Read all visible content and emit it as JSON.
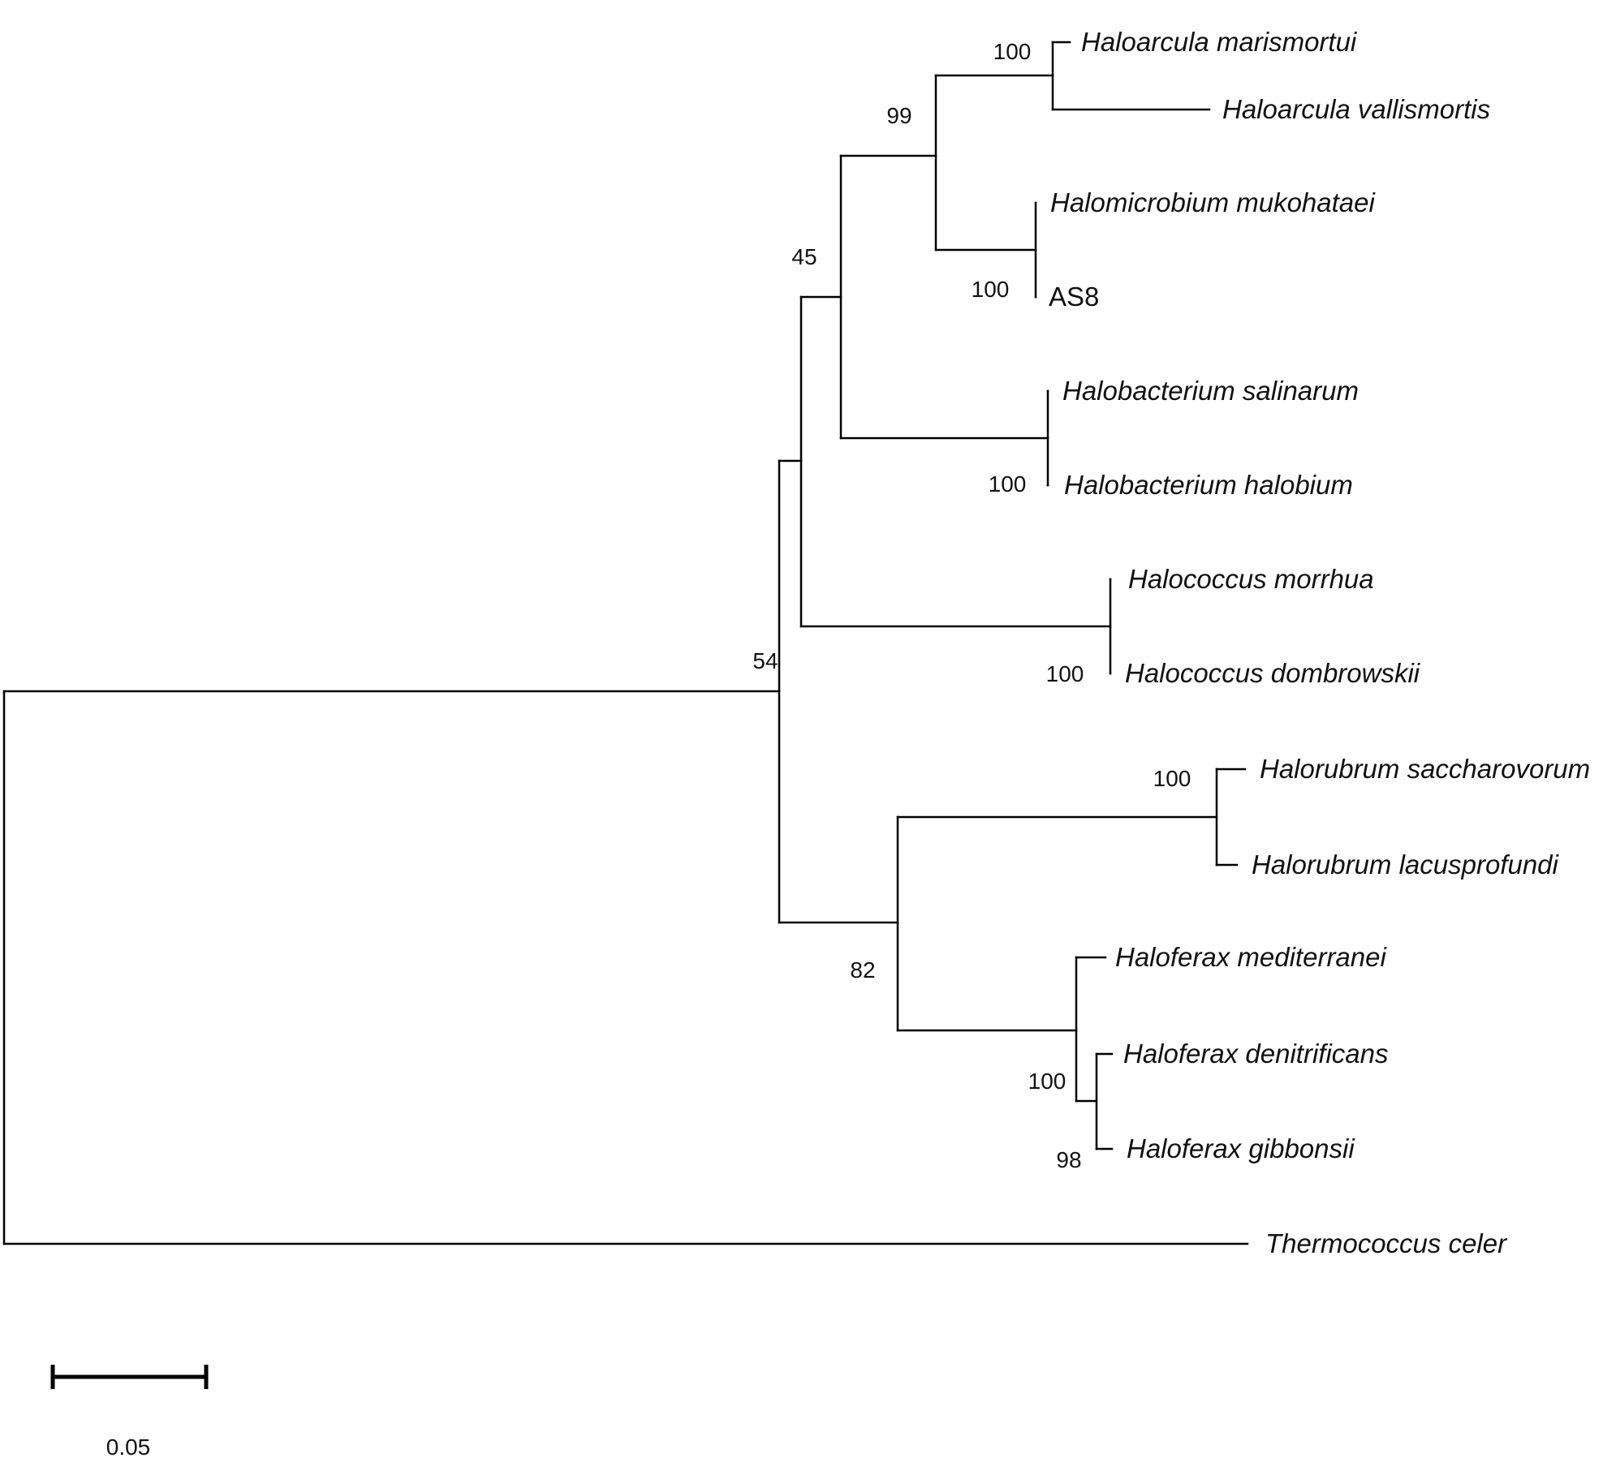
{
  "tree": {
    "nodes": [
      {
        "id": "root",
        "parent": null,
        "bootstrap": ""
      },
      {
        "id": "ingroup",
        "parent": "root",
        "bootstrap": "54"
      },
      {
        "id": "n_hb_clade",
        "parent": "ingroup",
        "bootstrap": ""
      },
      {
        "id": "n_45",
        "parent": "n_hb_clade",
        "bootstrap": "45"
      },
      {
        "id": "n_99",
        "parent": "n_45",
        "bootstrap": "99"
      },
      {
        "id": "n_arcula",
        "parent": "n_99",
        "bootstrap": "100"
      },
      {
        "id": "t_marismortui",
        "parent": "n_arcula",
        "label": "Haloarcula marismortui",
        "italic": true
      },
      {
        "id": "t_vallismortis",
        "parent": "n_arcula",
        "label": "Haloarcula vallismortis",
        "italic": true
      },
      {
        "id": "n_microbium",
        "parent": "n_99",
        "bootstrap": "100"
      },
      {
        "id": "t_mukohataei",
        "parent": "n_microbium",
        "label": "Halomicrobium mukohataei",
        "italic": true
      },
      {
        "id": "t_as8",
        "parent": "n_microbium",
        "label": "AS8",
        "italic": false
      },
      {
        "id": "n_bacterium",
        "parent": "n_45",
        "bootstrap": "100"
      },
      {
        "id": "t_salinarum",
        "parent": "n_bacterium",
        "label": "Halobacterium salinarum",
        "italic": true
      },
      {
        "id": "t_halobium",
        "parent": "n_bacterium",
        "label": "Halobacterium halobium",
        "italic": true
      },
      {
        "id": "n_coccus",
        "parent": "n_hb_clade",
        "bootstrap": "100"
      },
      {
        "id": "t_morrhua",
        "parent": "n_coccus",
        "label": "Halococcus morrhua",
        "italic": true
      },
      {
        "id": "t_dombrowskii",
        "parent": "n_coccus",
        "label": "Halococcus dombrowskii",
        "italic": true
      },
      {
        "id": "n_82",
        "parent": "ingroup",
        "bootstrap": "82"
      },
      {
        "id": "n_rubrum",
        "parent": "n_82",
        "bootstrap": "100"
      },
      {
        "id": "t_saccharovorum",
        "parent": "n_rubrum",
        "label": "Halorubrum saccharovorum",
        "italic": true
      },
      {
        "id": "t_lacusprofundi",
        "parent": "n_rubrum",
        "label": "Halorubrum lacusprofundi",
        "italic": true
      },
      {
        "id": "n_ferax",
        "parent": "n_82",
        "bootstrap": "100"
      },
      {
        "id": "t_mediterranei",
        "parent": "n_ferax",
        "label": "Haloferax mediterranei",
        "italic": true
      },
      {
        "id": "n_98",
        "parent": "n_ferax",
        "bootstrap": "98"
      },
      {
        "id": "t_denitrificans",
        "parent": "n_98",
        "label": "Haloferax denitrificans",
        "italic": true
      },
      {
        "id": "t_gibbonsii",
        "parent": "n_98",
        "label": "Haloferax gibbonsii",
        "italic": true
      },
      {
        "id": "t_celer",
        "parent": "root",
        "label": "Thermococcus celer",
        "italic": true
      }
    ]
  },
  "scale_bar": {
    "label": "0.05",
    "value": 0.05
  }
}
